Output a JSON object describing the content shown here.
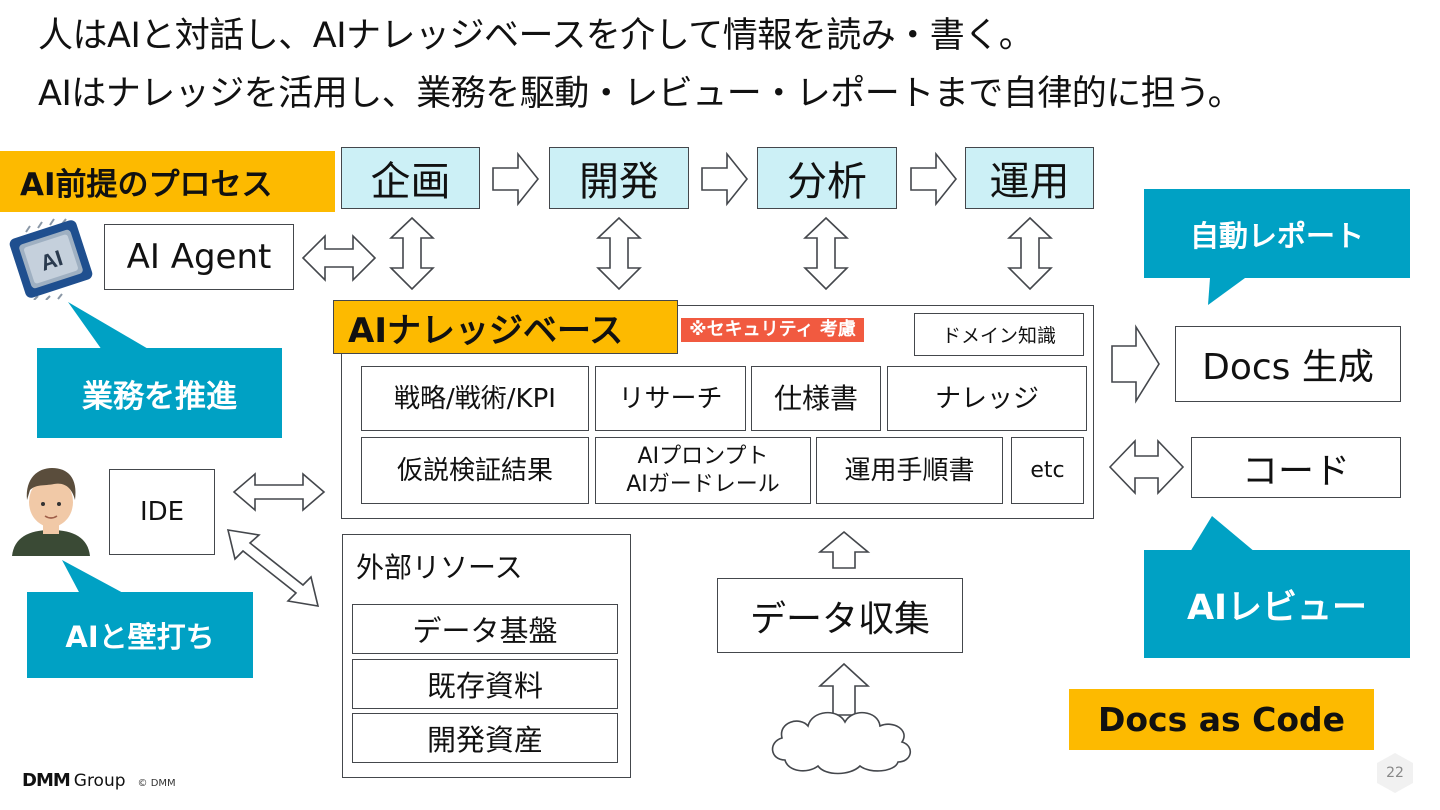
{
  "heading": {
    "line1": "人はAIと対話し、AIナレッジベースを介して情報を読み・書く。",
    "line2": "AIはナレッジを活用し、業務を駆動・レビュー・レポートまで自律的に担う。"
  },
  "process_label": "AI前提のプロセス",
  "phases": [
    "企画",
    "開発",
    "分析",
    "運用"
  ],
  "ai_agent": {
    "label": "AI Agent",
    "chip_text": "AI"
  },
  "callouts": {
    "business": "業務を推進",
    "wall": "AIと壁打ち",
    "report": "自動レポート",
    "review": "AIレビュー"
  },
  "knowledge_base": {
    "title": "AIナレッジベース",
    "security_note": "※セキュリティ 考慮",
    "domain": "ドメイン知識",
    "row1": [
      "戦略/戦術/KPI",
      "リサーチ",
      "仕様書",
      "ナレッジ"
    ],
    "row2": [
      "仮説検証結果",
      "AIプロンプト",
      "AIガードレール",
      "運用手順書",
      "etc"
    ]
  },
  "ide_label": "IDE",
  "external": {
    "title": "外部リソース",
    "items": [
      "データ基盤",
      "既存資料",
      "開発資産"
    ]
  },
  "data_collection": "データ収集",
  "outputs": {
    "docs": "Docs 生成",
    "code": "コード"
  },
  "docs_as_code": "Docs as Code",
  "footer": {
    "logo_dmm": "DMM",
    "logo_group": "Group",
    "copyright": "© DMM",
    "page_number": "22"
  },
  "colors": {
    "yellow": "#fdba00",
    "teal": "#00a1c4",
    "phase_bg": "#ccf0f6",
    "security_bg": "#f15a40"
  }
}
